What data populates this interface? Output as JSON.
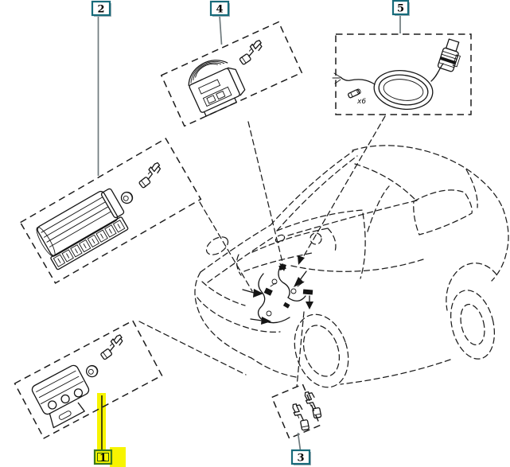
{
  "diagram": {
    "labels": {
      "l1": "1",
      "l2": "2",
      "l3": "3",
      "l4": "4",
      "l5": "5"
    },
    "notes": {
      "coil_quantity": "x6"
    },
    "highlighted_label": "1",
    "parts": {
      "1": "small-3pin-connector-kit",
      "2": "large-multipin-connector-kit",
      "3": "terminal-clips",
      "4": "ribbed-connector-kit",
      "5": "cable-coil-with-connector"
    },
    "colors": {
      "line": "#1c1c1c",
      "label_border": "#176b7a",
      "label_border_highlight": "#3c7a1e",
      "label_shadow": "#a6b2b8",
      "label_bg": "#ffffff",
      "highlight_yellow": "#f7f400",
      "text": "#000000",
      "background": "#ffffff"
    }
  }
}
